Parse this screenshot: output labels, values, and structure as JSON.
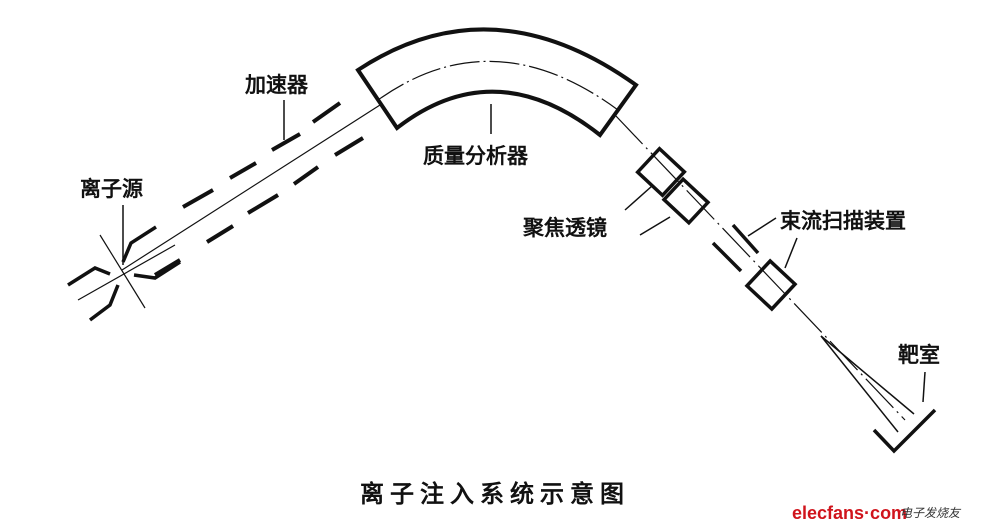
{
  "title": "离子注入系统示意图",
  "labels": {
    "ion_source": "离子源",
    "accelerator": "加速器",
    "mass_analyzer": "质量分析器",
    "focus_lens": "聚焦透镜",
    "beam_scanner": "束流扫描装置",
    "target_chamber": "靶室"
  },
  "watermark": {
    "brand_red": "elec",
    "brand_rest": "fans·com",
    "chinese": "电子发烧友",
    "brand_color": "#d0141c"
  }
}
